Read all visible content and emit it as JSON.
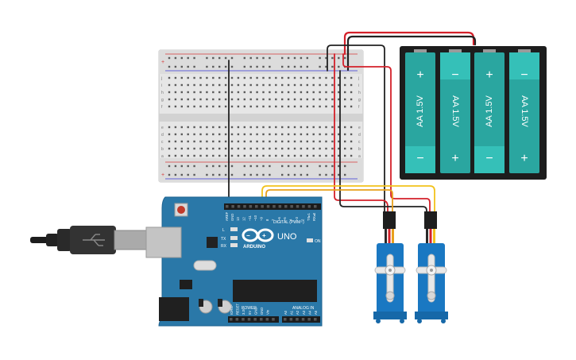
{
  "arduino": {
    "brand": "ARDUINO",
    "model": "UNO",
    "digital_header": "DIGITAL (PWM~)",
    "power_header": "POWER",
    "analog_header": "ANALOG IN",
    "on_label": "ON",
    "led_labels": [
      "L",
      "TX",
      "RX"
    ],
    "aref_label": "AREF",
    "gnd_label": "GND",
    "digital_pins": [
      "13",
      "12",
      "~11",
      "~10",
      "~9",
      "8",
      "7",
      "~6",
      "~5",
      "4",
      "~3",
      "2",
      "TX▸1",
      "RX◂0"
    ],
    "power_pins": [
      "IOREF",
      "RESET",
      "3.3V",
      "5V",
      "GND",
      "GND",
      "Vin"
    ],
    "analog_pins": [
      "A0",
      "A1",
      "A2",
      "A3",
      "A4",
      "A5"
    ]
  },
  "battery_pack": {
    "cell_label": "AA 1.5V",
    "plus": "+",
    "minus": "−"
  },
  "breadboard": {
    "row_letters_top": [
      "j",
      "i",
      "h",
      "g",
      "f"
    ],
    "row_letters_bottom": [
      "e",
      "d",
      "c",
      "b",
      "a"
    ],
    "rail_plus": "+",
    "rail_minus": "−"
  },
  "colors": {
    "board": "#2a78a8",
    "board_dark": "#1f6391",
    "battery_cell": "#2aa6a0",
    "battery_case": "#1d1d1d",
    "servo": "#1a78c2",
    "wire_red": "#d4202a",
    "wire_black": "#222222",
    "wire_yellow": "#f2c21c",
    "wire_orange": "#e8a01c"
  }
}
